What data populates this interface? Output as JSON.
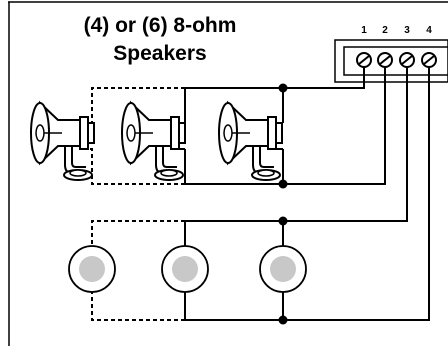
{
  "diagram": {
    "title_line1": "(4) or (6) 8-ohm",
    "title_line2": "Speakers",
    "terminal_labels": [
      "1",
      "2",
      "3",
      "4"
    ],
    "speakers": {
      "horn_count": 3,
      "ceiling_count": 3
    }
  }
}
